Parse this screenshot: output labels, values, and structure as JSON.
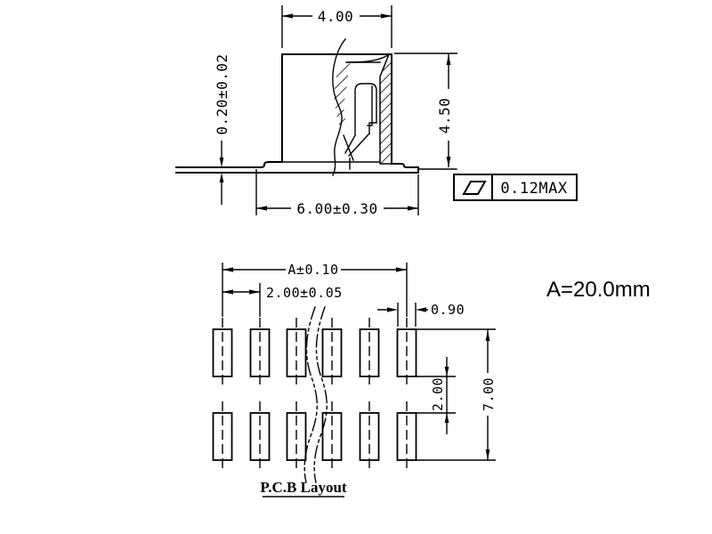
{
  "note": {
    "label": "A=20.0mm"
  },
  "top_view": {
    "dim_top_width": "4.00",
    "dim_lead_thickness": "0.20±0.02",
    "dim_height": "4.50",
    "dim_bottom_width": "6.00±0.30",
    "flatness_tolerance": "0.12MAX",
    "flatness_symbol": "parallelogram-flatness-icon"
  },
  "pcb_layout": {
    "caption": "P.C.B Layout",
    "dim_overall_width": "A±0.10",
    "dim_pad_pitch": "2.00±0.05",
    "dim_pad_width": "0.90",
    "dim_row_gap": "2.00",
    "dim_row_span": "7.00",
    "grid": {
      "columns": 6,
      "rows": 2
    }
  },
  "colors": {
    "ink": "#000000",
    "background": "#ffffff"
  }
}
